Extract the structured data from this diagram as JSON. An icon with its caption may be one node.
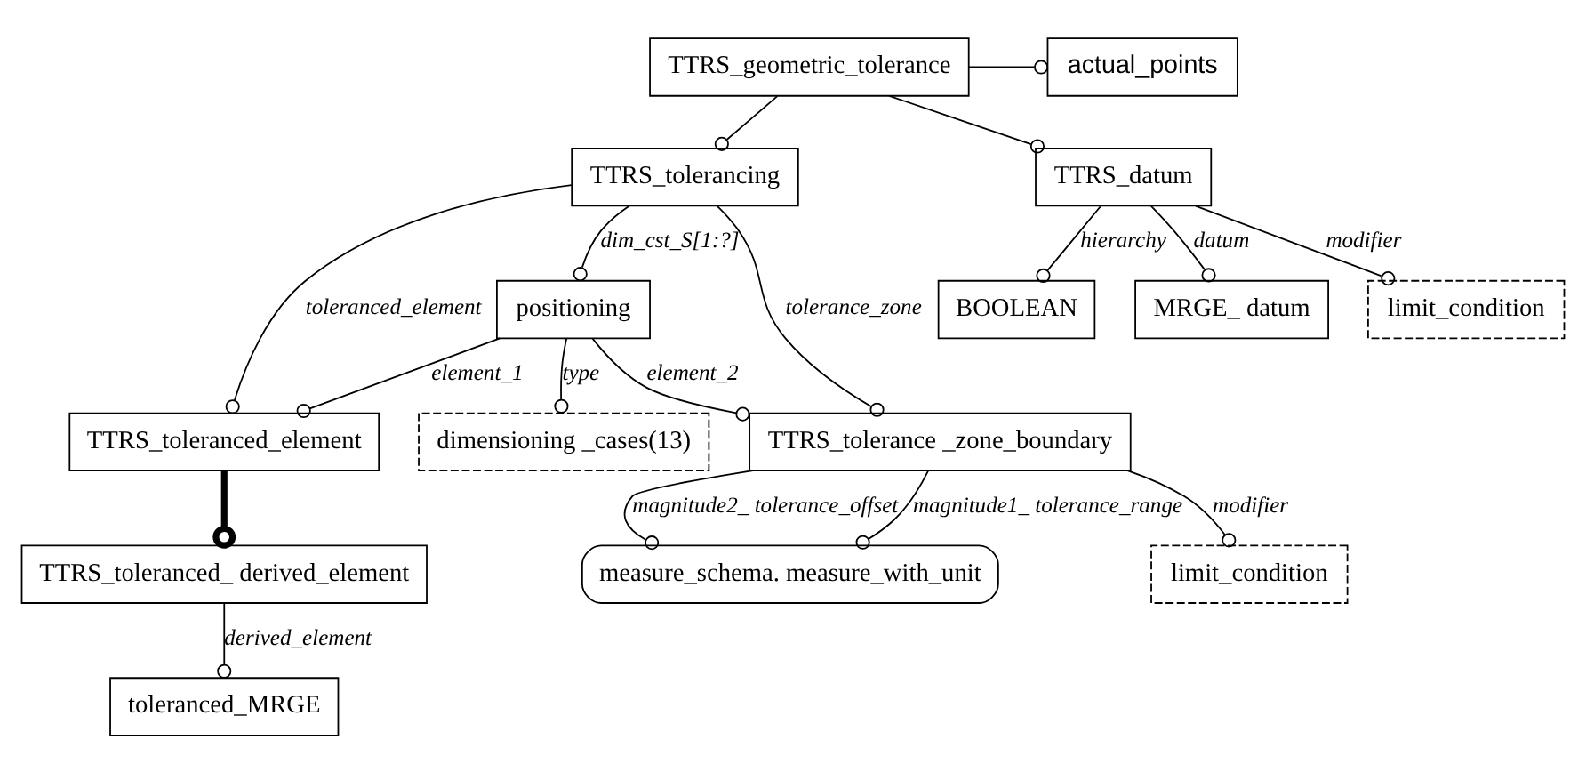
{
  "diagram": {
    "nodes": [
      {
        "text": [
          "actual_points"
        ]
      },
      {
        "text": [
          "TTRS_geometric_tolerance"
        ]
      },
      {
        "text": [
          "TTRS_tolerancing"
        ]
      },
      {
        "text": [
          "limit_condition"
        ]
      },
      {
        "text": [
          "TTRS_datum"
        ]
      },
      {
        "text": [
          "TTRS_toleranced_element"
        ]
      },
      {
        "text": [
          "TTRS_tolerance _zone_boundary"
        ]
      },
      {
        "text": [
          "BOOLEAN"
        ]
      },
      {
        "text": [
          "MRGE_ datum"
        ]
      },
      {
        "text": [
          "TTRS_toleranced_ derived_element"
        ]
      },
      {
        "text": [
          "positioning"
        ]
      },
      {
        "text": [
          "limit_condition"
        ]
      },
      {
        "text": [
          "toleranced_MRGE"
        ]
      },
      {
        "text": [
          "dimensioning _cases(13)"
        ]
      },
      {
        "text": [
          "measure_schema. measure_with_unit"
        ]
      }
    ],
    "edges": [
      {
        "from": 1,
        "to": 0,
        "arrow": "other"
      },
      {
        "from": 1,
        "to": 2,
        "arrow": "other"
      },
      {
        "from": 1,
        "to": 4,
        "arrow": "other"
      },
      {
        "from": 2,
        "to": 5,
        "arrow": "other",
        "label": "toleranced_element"
      },
      {
        "from": 2,
        "to": 10,
        "arrow": "other",
        "label": "dim_cst_S[1:?]"
      },
      {
        "from": 2,
        "to": 6,
        "arrow": "other",
        "label": "tolerance_zone"
      },
      {
        "from": 6,
        "to": 3,
        "arrow": "other",
        "label": "modifier"
      },
      {
        "from": 4,
        "to": 7,
        "arrow": "other",
        "label": "hierarchy"
      },
      {
        "from": 4,
        "to": 8,
        "arrow": "other",
        "label": "datum"
      },
      {
        "from": 4,
        "to": 11,
        "arrow": "other",
        "label": "modifier"
      },
      {
        "from": 5,
        "to": 9,
        "arrow": "other",
        "style": "thick"
      },
      {
        "from": 9,
        "to": 12,
        "arrow": "other",
        "label": "derived_element"
      },
      {
        "from": 10,
        "to": 5,
        "arrow": "other",
        "label": "element_1"
      },
      {
        "from": 10,
        "to": 6,
        "arrow": "other",
        "label": "element_2"
      },
      {
        "from": 10,
        "to": 13,
        "arrow": "other",
        "label": "type"
      },
      {
        "from": 6,
        "to": 14,
        "arrow": "other",
        "label": "magnitude2_ tolerance_offset"
      },
      {
        "from": 6,
        "to": 14,
        "arrow": "other",
        "label": "magnitude1_ tolerance_range"
      }
    ]
  }
}
